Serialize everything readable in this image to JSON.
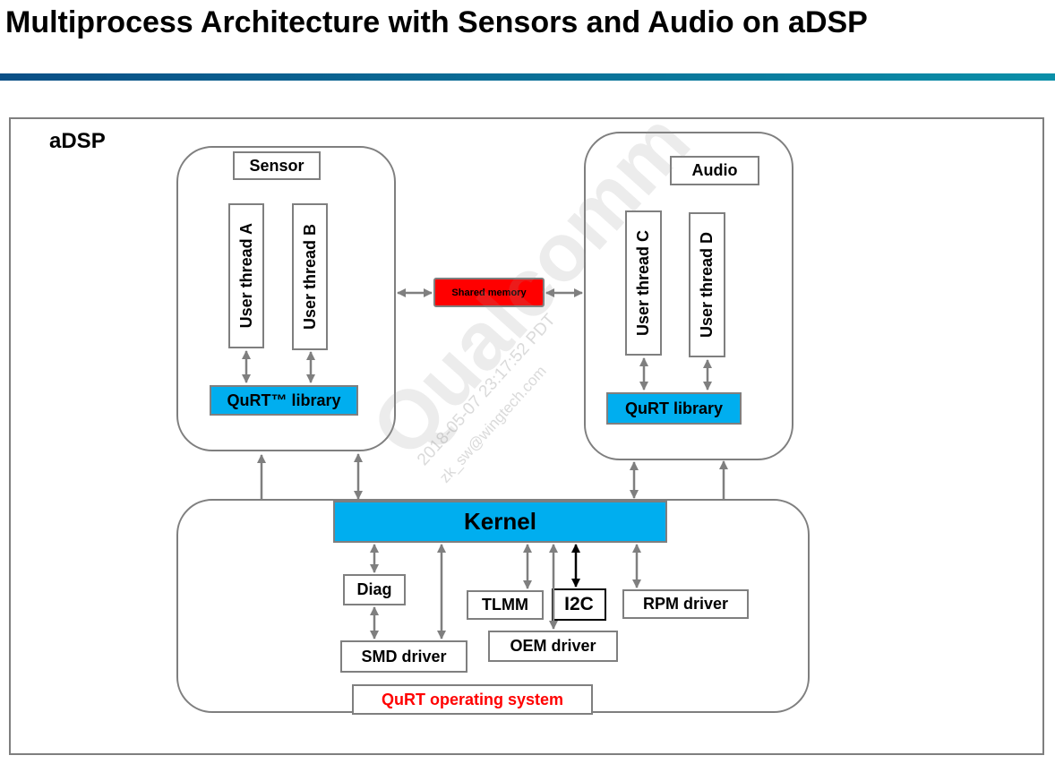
{
  "title": "Multiprocess Architecture with Sensors and Audio on aDSP",
  "adsp_label": "aDSP",
  "sensor": {
    "label": "Sensor",
    "thread_a": "User thread A",
    "thread_b": "User thread B",
    "library": "QuRT™ library"
  },
  "audio": {
    "label": "Audio",
    "thread_c": "User thread C",
    "thread_d": "User thread D",
    "library": "QuRT library"
  },
  "shared_memory": "Shared memory",
  "kernel": {
    "label": "Kernel",
    "diag": "Diag",
    "smd_driver": "SMD driver",
    "tlmm": "TLMM",
    "i2c": "I2C",
    "oem_driver": "OEM driver",
    "rpm_driver": "RPM driver",
    "os_label": "QuRT operating system"
  },
  "watermark": {
    "brand": "Qualcomm",
    "date": "2018-05-07 23:17:52 PDT",
    "email": "zk_sw@wingtech.com"
  },
  "colors": {
    "blue_box": "#00aeef",
    "shared_memory": "#ff0000",
    "os_label": "#ff0000",
    "border": "#7f7f7f",
    "arrow": "#7f7f7f"
  }
}
